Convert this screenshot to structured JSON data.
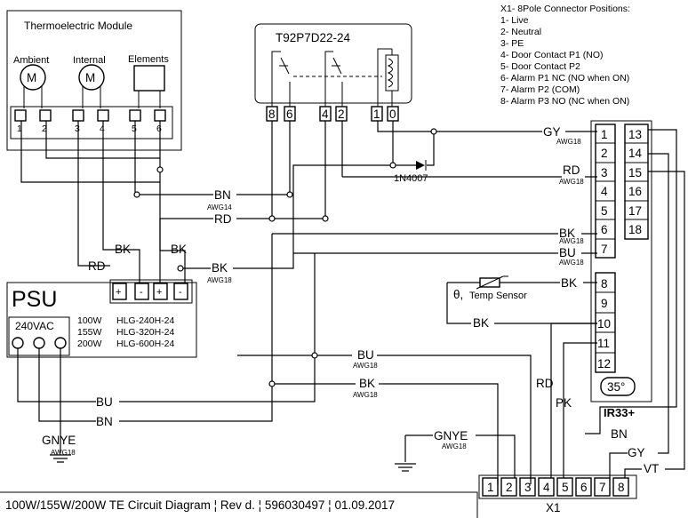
{
  "title": "100W/155W/200W TE Circuit Diagram ¦ Rev d. ¦ 596030497 ¦ 01.09.2017",
  "te_module": {
    "title": "Thermoelectric Module",
    "ambient": "Ambient",
    "internal": "Internal",
    "elements": "Elements",
    "motor_symbol": "M",
    "terminals": [
      "1",
      "2",
      "3",
      "4",
      "5",
      "6"
    ]
  },
  "relay": {
    "title": "T92P7D22-24",
    "pins": [
      "8",
      "6",
      "4",
      "2",
      "1",
      "0"
    ]
  },
  "diode": "1N4007",
  "connector_legend": {
    "title": "X1- 8Pole Connector Positions:",
    "items": [
      "1- Live",
      "2- Neutral",
      "3- PE",
      "4- Door Contact P1 (NO)",
      "5- Door Contact P2",
      "6- Alarm P1 NC (NO when ON)",
      "7- Alarm P2 (COM)",
      "8- Alarm P3 NO (NC when ON)"
    ]
  },
  "psu": {
    "title": "PSU",
    "input": "240VAC",
    "terminals": [
      "+",
      "-",
      "+",
      "-"
    ],
    "models": [
      {
        "power": "100W",
        "model": "HLG-240H-24"
      },
      {
        "power": "155W",
        "model": "HLG-320H-24"
      },
      {
        "power": "200W",
        "model": "HLG-600H-24"
      }
    ]
  },
  "controller": {
    "name": "IR33+",
    "display": "35°",
    "left_pins": [
      "1",
      "2",
      "3",
      "4",
      "5",
      "6",
      "7"
    ],
    "right_pins": [
      "13",
      "14",
      "15",
      "16",
      "17",
      "18"
    ],
    "lower_pins": [
      "8",
      "9",
      "10",
      "11",
      "12"
    ]
  },
  "temp_sensor": {
    "symbol": "θ,",
    "label": "Temp Sensor"
  },
  "x1": {
    "name": "X1",
    "pins": [
      "1",
      "2",
      "3",
      "4",
      "5",
      "6",
      "7",
      "8"
    ]
  },
  "wires": {
    "gy_top": "GY",
    "awg18_gy": "AWG18",
    "rd_ctrl": "RD",
    "awg18_rd": "AWG18",
    "bn_main": "BN",
    "awg14": "AWG14",
    "rd_main": "RD",
    "bk_psu_a": "BK",
    "bk_psu_b": "BK",
    "rd_psu": "RD",
    "bk_mid": "BK",
    "awg18_bk_mid": "AWG18",
    "bk6": "BK",
    "awg18_bk6": "AWG18",
    "bu7": "BU",
    "awg18_bu7": "AWG18",
    "bk8": "BK",
    "bk10": "BK",
    "bu_low": "BU",
    "awg18_bu_low": "AWG18",
    "bk_low": "BK",
    "awg18_bk_low": "AWG18",
    "bu_left": "BU",
    "bn_left": "BN",
    "gnye": "GNYE",
    "awg18_gnye_left": "AWG18",
    "gnye_right": "GNYE",
    "awg18_gnye_right": "AWG18",
    "rd_x1": "RD",
    "pk_x1": "PK",
    "bn_x1": "BN",
    "gy_x1": "GY",
    "vt_x1": "VT"
  }
}
